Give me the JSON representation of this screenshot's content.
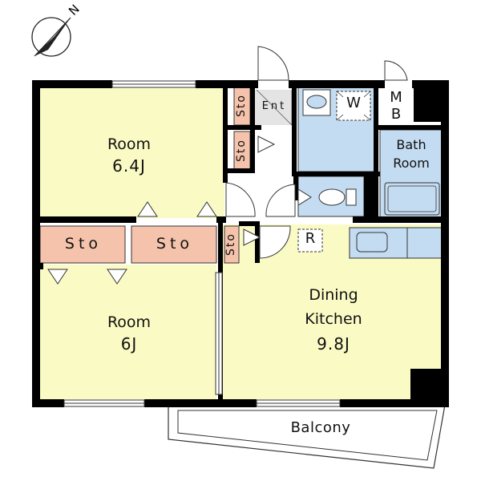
{
  "compass": {
    "north_label": "N"
  },
  "rooms": {
    "room_upper": {
      "name": "Room",
      "size": "6.4J"
    },
    "room_lower": {
      "name": "Room",
      "size": "6J"
    },
    "dining_kitchen": {
      "line1": "Dining",
      "line2": "Kitchen",
      "size": "9.8J"
    }
  },
  "storage": {
    "sto_left": "Sto",
    "sto_mid": "Sto",
    "sto_v1": "Sto",
    "sto_v2": "Sto",
    "sto_v3": "Sto"
  },
  "entrance": "Ent",
  "washer": "W",
  "meter_box": {
    "line1": "M",
    "line2": "B"
  },
  "bath": {
    "line1": "Bath",
    "line2": "Room"
  },
  "refrigerator": "R",
  "balcony": "Balcony",
  "colors": {
    "room": "#fafac4",
    "storage": "#f5c3ab",
    "wet_area": "#c4dcf2",
    "wall": "#000000"
  }
}
